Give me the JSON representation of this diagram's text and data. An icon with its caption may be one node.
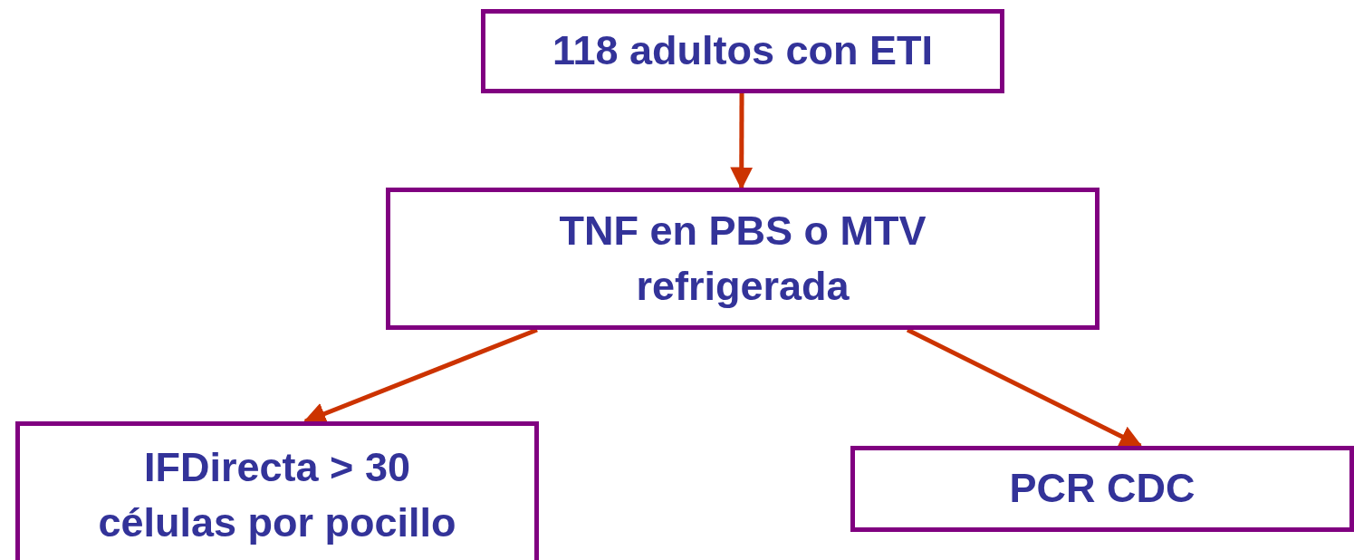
{
  "diagram": {
    "nodes": [
      {
        "text": [
          "118 adultos con ETI"
        ]
      },
      {
        "text": [
          "TNF en PBS o MTV refrigerada"
        ]
      },
      {
        "text": [
          "IFDirecta > 30 células por pocillo"
        ]
      },
      {
        "text": [
          "PCR CDC"
        ]
      }
    ],
    "edges": [
      {
        "from": 0,
        "to": 1,
        "arrow": "to"
      },
      {
        "from": 1,
        "to": 2,
        "arrow": "to"
      },
      {
        "from": 1,
        "to": 3,
        "arrow": "to"
      }
    ]
  }
}
